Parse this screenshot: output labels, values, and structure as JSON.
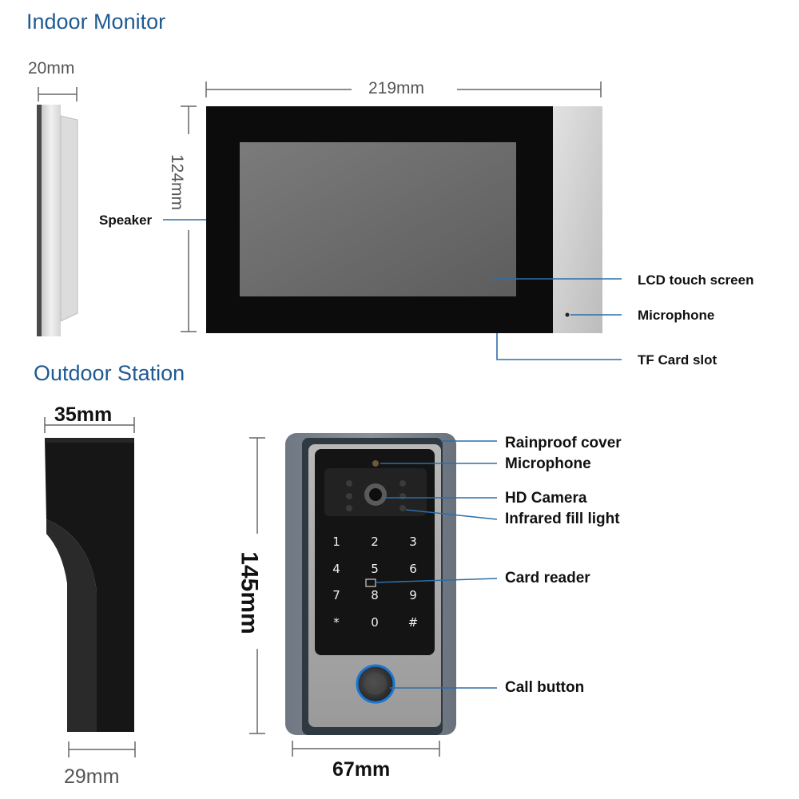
{
  "indoor": {
    "title": "Indoor Monitor",
    "depth": "20mm",
    "width": "219mm",
    "height": "124mm",
    "callouts": {
      "speaker": "Speaker",
      "lcd": "LCD touch screen",
      "microphone": "Microphone",
      "tf_card": "TF Card slot"
    }
  },
  "outdoor": {
    "title": "Outdoor Station",
    "depth_top": "35mm",
    "depth_bottom": "29mm",
    "height": "145mm",
    "width": "67mm",
    "keypad": [
      "1",
      "2",
      "3",
      "4",
      "5",
      "6",
      "7",
      "8",
      "9",
      "*",
      "0",
      "#"
    ],
    "callouts": {
      "rainproof": "Rainproof cover",
      "microphone": "Microphone",
      "camera": "HD Camera",
      "infrared": "Infrared fill light",
      "card_reader": "Card reader",
      "call_button": "Call button"
    }
  },
  "colors": {
    "title_blue": "#1f5a93",
    "callout_line_blue": "#2d6ea8",
    "dim_line": "#666666"
  }
}
